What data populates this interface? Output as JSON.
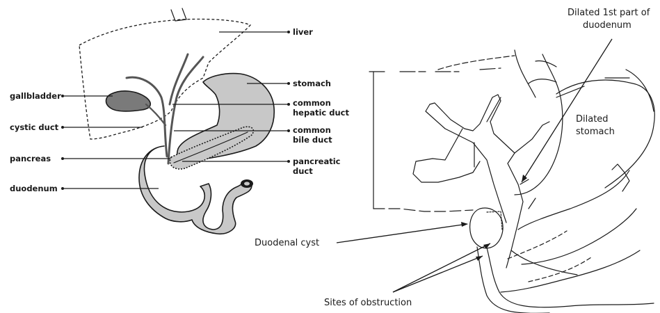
{
  "left_diagram": {
    "labels_right": {
      "liver": "liver",
      "stomach": "stomach",
      "common_hepatic_duct_1": "common",
      "common_hepatic_duct_2": "hepatic duct",
      "common_bile_duct_1": "common",
      "common_bile_duct_2": "bile duct",
      "pancreatic_duct_1": "pancreatic",
      "pancreatic_duct_2": "duct"
    },
    "labels_left": {
      "gallbladder": "gallbladder",
      "cystic_duct": "cystic duct",
      "pancreas": "pancreas",
      "duodenum": "duodenum"
    }
  },
  "right_diagram": {
    "dilated_first_part_1": "Dilated 1st part of",
    "dilated_first_part_2": "duodenum",
    "dilated_stomach_1": "Dilated",
    "dilated_stomach_2": "stomach",
    "duodenal_cyst": "Duodenal cyst",
    "sites_of_obstruction": "Sites of obstruction"
  }
}
